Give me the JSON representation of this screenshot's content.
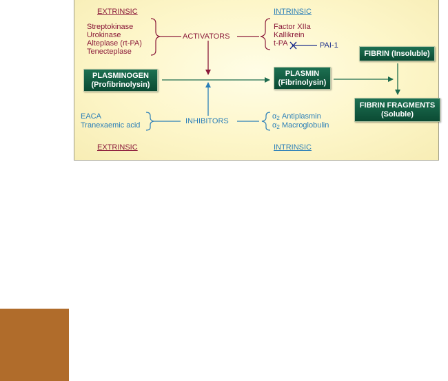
{
  "extrinsic_top": "EXTRINSIC",
  "intrinsic_top": "INTRINSIC",
  "extrinsic_bottom": "EXTRINSIC",
  "intrinsic_bottom": "INTRINSIC",
  "activators_label": "ACTIVATORS",
  "inhibitors_label": "INHIBITORS",
  "extrinsic_activators": [
    "Streptokinase",
    "Urokinase",
    "Alteplase (rt-PA)",
    "Tenecteplase"
  ],
  "intrinsic_activators": [
    "Factor XIIa",
    "Kallikrein",
    "t-PA"
  ],
  "pai_label": "PAI-1",
  "extrinsic_inhibitors": [
    "EACA",
    "Tranexaemic acid"
  ],
  "intrinsic_inhibitors": [
    {
      "greek": "α",
      "sub": "2",
      "name": "Antiplasmin"
    },
    {
      "greek": "α",
      "sub": "2",
      "name": "Macroglobulin"
    }
  ],
  "plasminogen": {
    "line1": "PLASMINOGEN",
    "line2": "(Profibrinolysin)"
  },
  "plasmin": {
    "line1": "PLASMIN",
    "line2": "(Fibrinolysin)"
  },
  "fibrin": {
    "line1": "FIBRIN (Insoluble)"
  },
  "fibrin_fragments": {
    "line1": "FIBRIN FRAGMENTS",
    "line2": "(Soluble)"
  },
  "colors": {
    "activator": "#8b1a3a",
    "inhibitor": "#2b7fb8",
    "pathway": "#1d6b4e",
    "box": "#0b4a33",
    "accent_block": "#b06c2b"
  }
}
